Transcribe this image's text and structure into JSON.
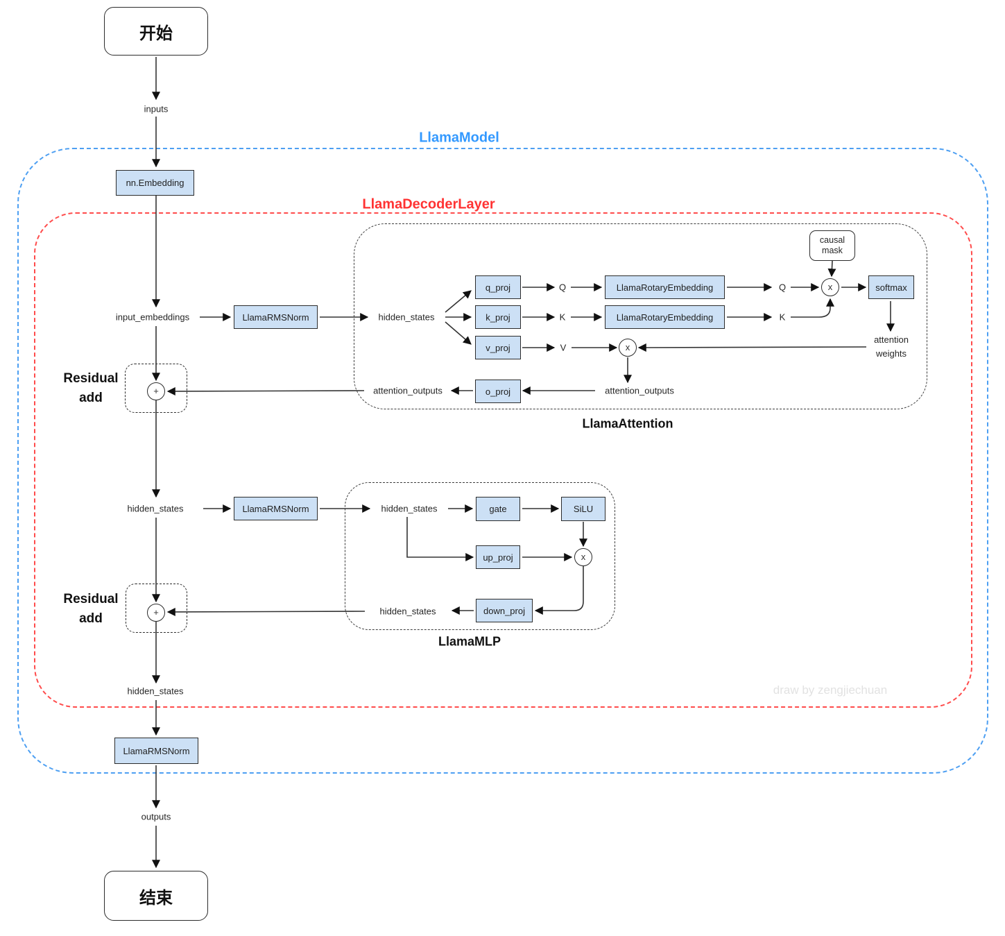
{
  "diagram": {
    "watermark": "draw by zengjiechuan",
    "colors": {
      "node_fill": "#cce0f5",
      "node_border": "#2b2b2b",
      "model_border": "#4d9ff2",
      "model_label": "#3399ff",
      "decoder_border": "#ff4b4b",
      "decoder_label": "#ff3333",
      "inner_container_border": "#3c3c3c",
      "edge": "#333333",
      "text": "#262626"
    },
    "containers": {
      "model": "LlamaModel",
      "decoder": "LlamaDecoderLayer",
      "attention": "LlamaAttention",
      "mlp": "LlamaMLP"
    },
    "terminals": {
      "start": "开始",
      "end": "结束"
    },
    "nodes": {
      "embedding": "nn.Embedding",
      "rmsnorm_attn": "LlamaRMSNorm",
      "rmsnorm_mlp": "LlamaRMSNorm",
      "rmsnorm_final": "LlamaRMSNorm",
      "q_proj": "q_proj",
      "k_proj": "k_proj",
      "v_proj": "v_proj",
      "o_proj": "o_proj",
      "rotary_q": "LlamaRotaryEmbedding",
      "rotary_k": "LlamaRotaryEmbedding",
      "causal_mask": "causal\nmask",
      "softmax": "softmax",
      "gate": "gate",
      "silu": "SiLU",
      "up_proj": "up_proj",
      "down_proj": "down_proj"
    },
    "flow_labels": {
      "inputs": "inputs",
      "input_embeddings": "input_embeddings",
      "hidden_states_attn_in": "hidden_states",
      "q": "Q",
      "k": "K",
      "v": "V",
      "q_rot": "Q",
      "k_rot": "K",
      "attention_weights": "attention\nweights",
      "attention_outputs_inner": "attention_outputs",
      "attention_outputs_outer": "attention_outputs",
      "residual_add": "Residual\nadd",
      "hidden_states_mid": "hidden_states",
      "hidden_states_mlp_in": "hidden_states",
      "hidden_states_mlp_out": "hidden_states",
      "hidden_states_out": "hidden_states",
      "outputs": "outputs"
    },
    "operators": {
      "add": "+",
      "multiply": "x"
    }
  }
}
